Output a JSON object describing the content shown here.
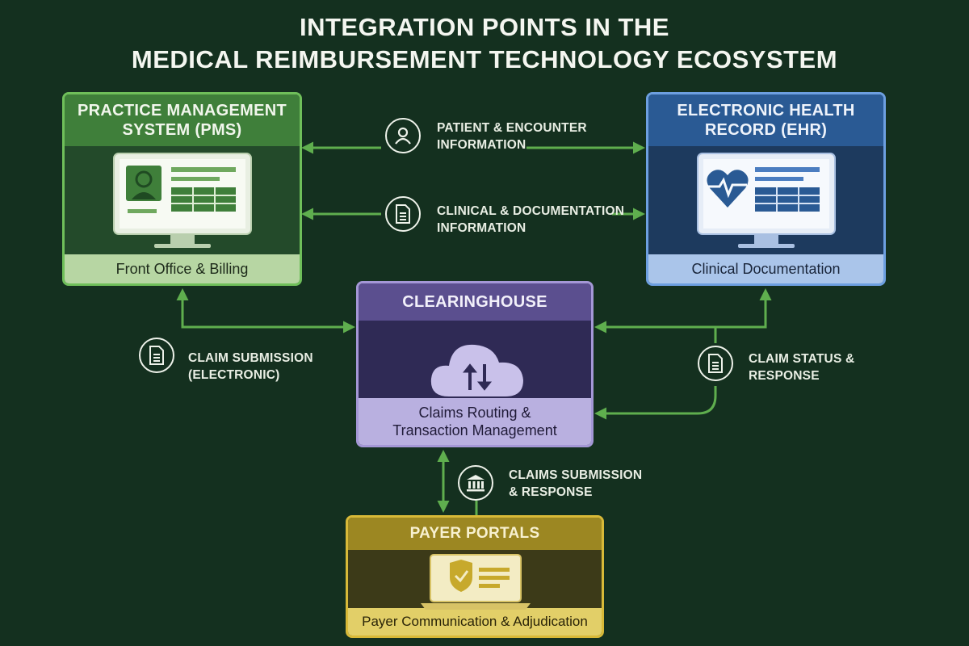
{
  "title": {
    "line1": "INTEGRATION POINTS IN THE",
    "line2": "MEDICAL REIMBURSEMENT TECHNOLOGY ECOSYSTEM"
  },
  "nodes": {
    "pms": {
      "title_line1": "PRACTICE MANAGEMENT",
      "title_line2": "SYSTEM (PMS)",
      "footer": "Front Office & Billing"
    },
    "ehr": {
      "title_line1": "ELECTRONIC HEALTH",
      "title_line2": "RECORD (EHR)",
      "footer": "Clinical Documentation"
    },
    "clearinghouse": {
      "title": "CLEARINGHOUSE",
      "footer_line1": "Claims Routing &",
      "footer_line2": "Transaction Management"
    },
    "payer": {
      "title": "PAYER PORTALS",
      "footer": "Payer Communication & Adjudication"
    }
  },
  "connectors": {
    "patient": {
      "line1": "PATIENT & ENCOUNTER",
      "line2": "INFORMATION",
      "icon": "person-icon"
    },
    "clinical": {
      "line1": "CLINICAL & DOCUMENTATION",
      "line2": "INFORMATION",
      "icon": "document-icon"
    },
    "claim_submission": {
      "line1": "CLAIM SUBMISSION",
      "line2": "(ELECTRONIC)",
      "icon": "document-icon"
    },
    "claim_status": {
      "line1": "CLAIM STATUS &",
      "line2": "RESPONSE",
      "icon": "document-icon"
    },
    "claims_payer": {
      "line1": "CLAIMS SUBMISSION",
      "line2": "& RESPONSE",
      "icon": "bank-icon"
    }
  },
  "colors": {
    "background": "#14301f",
    "connector": "#5fae4e",
    "pms": "#3f7f3a",
    "ehr": "#2a5a94",
    "clearinghouse": "#5b4f8f",
    "payer": "#9c8722"
  }
}
